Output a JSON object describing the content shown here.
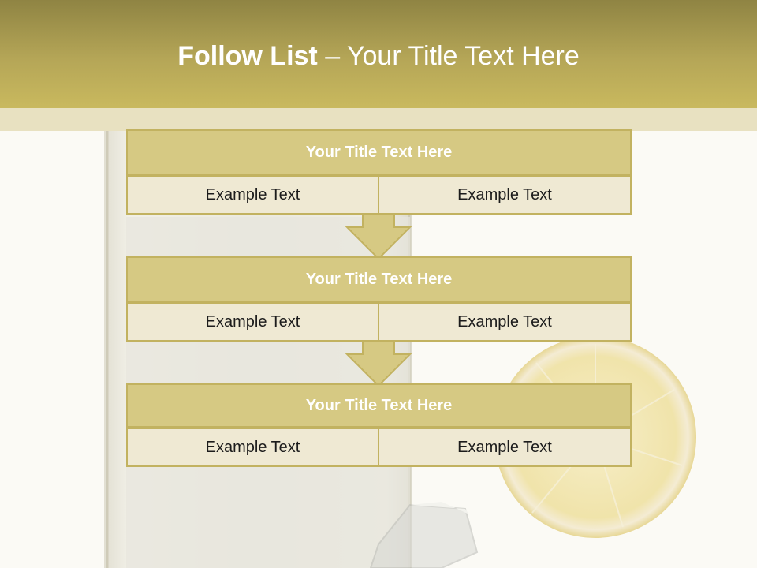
{
  "slide": {
    "title_bold": "Follow List",
    "title_rest": " – Your Title Text Here"
  },
  "steps": [
    {
      "title": "Your Title Text Here",
      "left": "Example Text",
      "right": "Example Text"
    },
    {
      "title": "Your Title Text Here",
      "left": "Example Text",
      "right": "Example Text"
    },
    {
      "title": "Your Title Text Here",
      "left": "Example Text",
      "right": "Example Text"
    }
  ],
  "colors": {
    "header": "#b5a657",
    "box_title": "#d6c983",
    "box_cell": "#efe9d3",
    "border": "#c2b260"
  }
}
